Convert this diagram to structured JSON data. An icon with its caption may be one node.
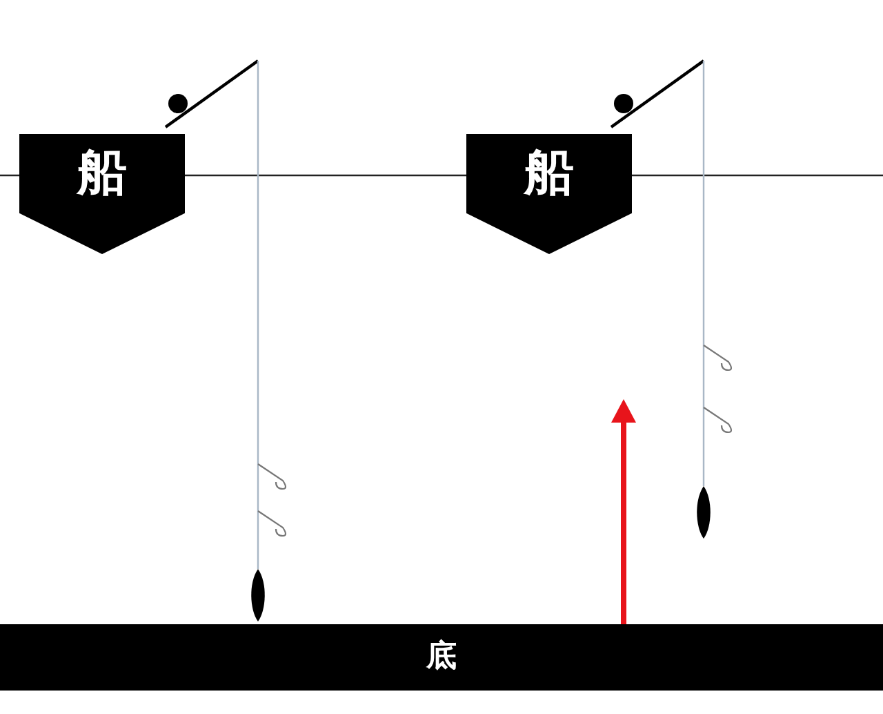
{
  "diagram": {
    "nodes": [
      {
        "text": [
          "船"
        ]
      },
      {
        "text": [
          "船"
        ]
      },
      {
        "text": [
          "底"
        ]
      }
    ]
  }
}
